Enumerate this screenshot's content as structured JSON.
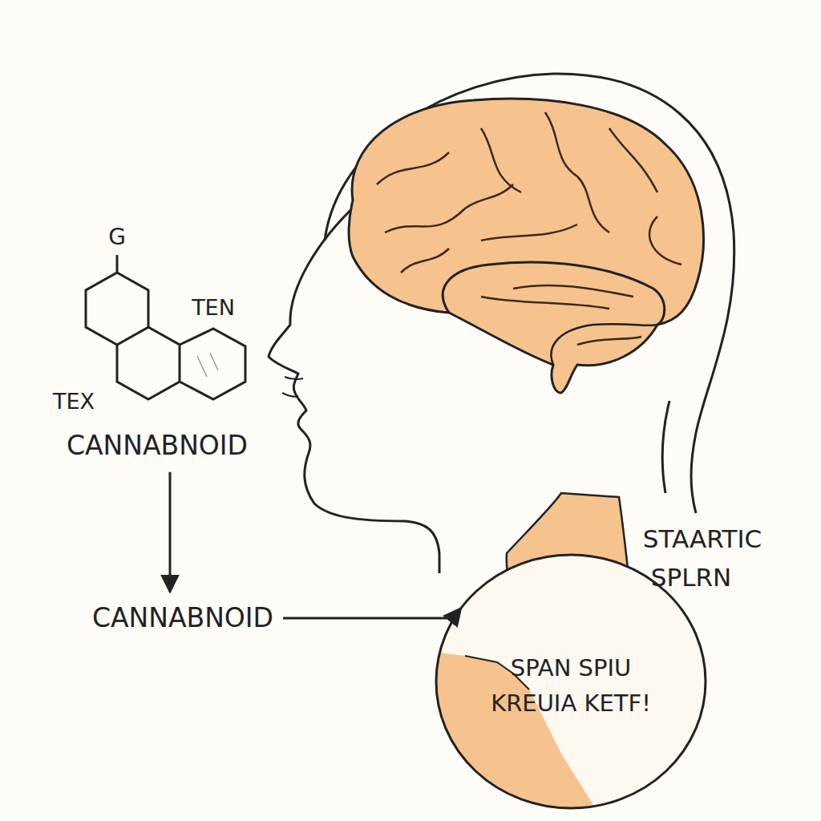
{
  "diagram": {
    "nodes": [
      {
        "text": [
          "CANNABNOID"
        ]
      },
      {
        "text": [
          "CANNABNOID"
        ]
      },
      {
        "text": [
          "SPAN SPIU KREUIA KETF!"
        ]
      }
    ],
    "edges": [
      {
        "from": 0,
        "to": 1,
        "arrow": "to"
      },
      {
        "from": 1,
        "to": 2,
        "arrow": "to"
      }
    ],
    "labels": [
      "G",
      "TEN",
      "TEX",
      "STAARTIC",
      "SPLRN"
    ]
  }
}
